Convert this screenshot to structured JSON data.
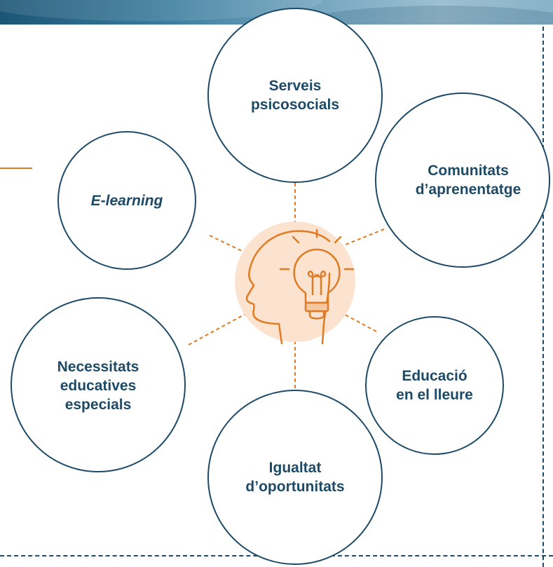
{
  "diagram": {
    "center_icon": "head-with-lightbulb-icon",
    "nodes": [
      {
        "id": "serveis",
        "label": "Serveis\npsicosocials",
        "italic": false
      },
      {
        "id": "comunitats",
        "label": "Comunitats\nd’aprenentatge",
        "italic": false
      },
      {
        "id": "educacio",
        "label": "Educació\nen el lleure",
        "italic": false
      },
      {
        "id": "igualtat",
        "label": "Igualtat\nd’oportunitats",
        "italic": false
      },
      {
        "id": "necessitats",
        "label": "Necessitats\neducatives\nespecials",
        "italic": false
      },
      {
        "id": "elearning",
        "label": "E-learning",
        "italic": true
      }
    ],
    "colors": {
      "circle_stroke": "#1d4a66",
      "text": "#1d4a66",
      "connector": "#e07b24",
      "icon_stroke": "#e07b24",
      "icon_fill": "#fbe3cf"
    }
  }
}
